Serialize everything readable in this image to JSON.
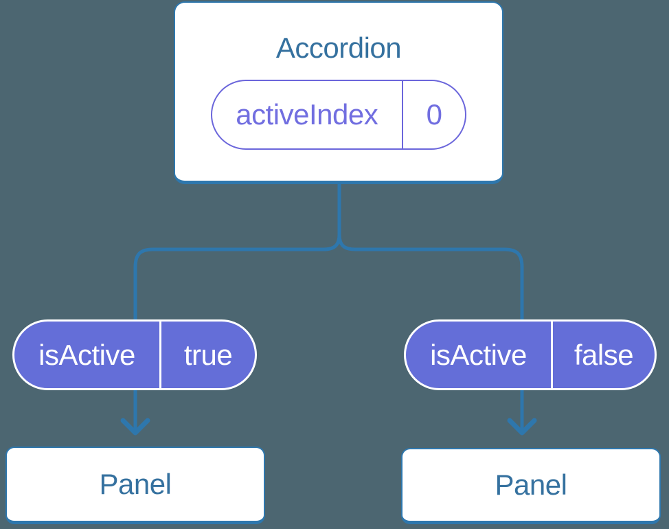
{
  "diagram": {
    "description": "Component tree diagram: Accordion parent holding state, passing isActive props to two Panel children",
    "colors": {
      "background": "#4C6671",
      "line": "#2E77AD",
      "card_text": "#35719F",
      "pill_fill": "#646ED8",
      "pill_outline": "#6B66DB",
      "pill_outline_text": "#716EE0",
      "pill_prop_text": "#FFFFFF",
      "card_background": "#FFFFFF"
    },
    "tree": {
      "root": {
        "title": "Accordion",
        "state": {
          "name": "activeIndex",
          "value": "0"
        }
      },
      "children": [
        {
          "prop": {
            "name": "isActive",
            "value": "true"
          },
          "title": "Panel"
        },
        {
          "prop": {
            "name": "isActive",
            "value": "false"
          },
          "title": "Panel"
        }
      ]
    }
  }
}
